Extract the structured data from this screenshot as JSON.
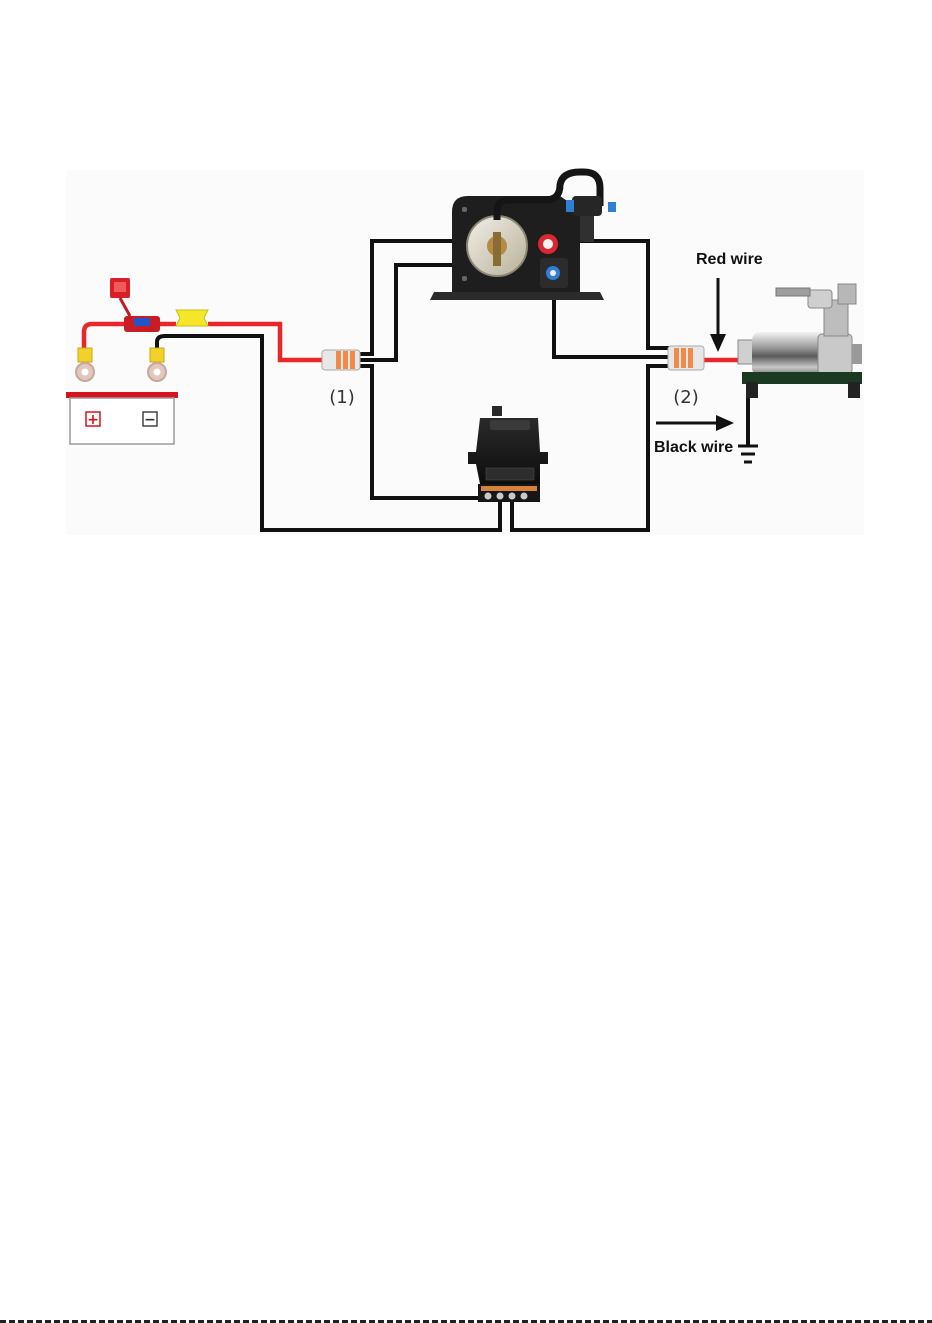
{
  "labels": {
    "connector_1": "(1)",
    "connector_2": "(2)",
    "red_wire": "Red wire",
    "black_wire": "Black wire",
    "battery_plus": "+",
    "battery_minus": "−"
  },
  "colors": {
    "red_wire": "#e8262b",
    "black_wire": "#111111",
    "fuse_holder": "#d81e27",
    "fuse_blue": "#2156c8",
    "butt_connector": "#f5e62a",
    "ring_terminal": "#f2d22a",
    "connector_orange": "#f08a4b",
    "battery_red": "#d9131d"
  },
  "icons": {
    "battery": "battery-icon",
    "fuse": "inline-fuse-icon",
    "relay": "wireless-relay-icon",
    "valve": "pressure-switch-valve-icon",
    "compressor": "air-compressor-icon",
    "ground": "ground-symbol-icon"
  }
}
